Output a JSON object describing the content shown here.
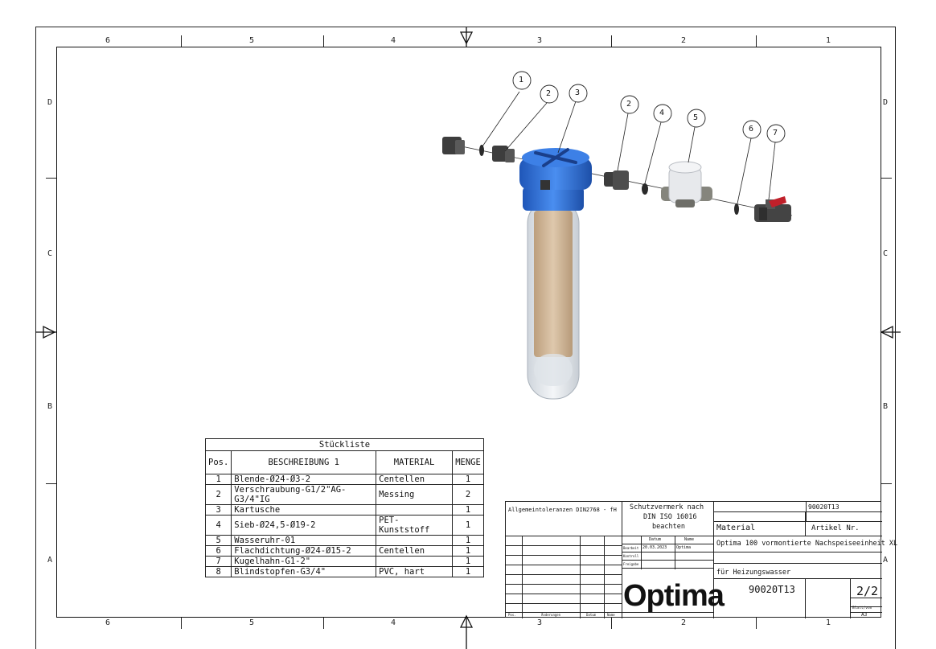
{
  "zones": {
    "columns": [
      "6",
      "5",
      "4",
      "3",
      "2",
      "1"
    ],
    "rows": [
      "D",
      "C",
      "B",
      "A"
    ]
  },
  "bom": {
    "title": "Stückliste",
    "headers": [
      "Pos.",
      "BESCHREIBUNG 1",
      "MATERIAL",
      "MENGE"
    ],
    "rows": [
      {
        "pos": "1",
        "desc": "Blende-Ø24-Ø3-2",
        "mat": "Centellen",
        "qty": "1"
      },
      {
        "pos": "2",
        "desc": "Verschraubung-G1/2\"AG-G3/4\"IG",
        "mat": "Messing",
        "qty": "2"
      },
      {
        "pos": "3",
        "desc": "Kartusche",
        "mat": "",
        "qty": "1"
      },
      {
        "pos": "4",
        "desc": "Sieb-Ø24,5-Ø19-2",
        "mat": "PET-Kunststoff",
        "qty": "1"
      },
      {
        "pos": "5",
        "desc": "Wasseruhr-01",
        "mat": "",
        "qty": "1"
      },
      {
        "pos": "6",
        "desc": "Flachdichtung-Ø24-Ø15-2",
        "mat": "Centellen",
        "qty": "1"
      },
      {
        "pos": "7",
        "desc": "Kugelhahn-G1-2\"",
        "mat": "",
        "qty": "1"
      },
      {
        "pos": "8",
        "desc": "Blindstopfen-G3/4\"",
        "mat": "PVC, hart",
        "qty": "1"
      }
    ]
  },
  "balloons": [
    "1",
    "2",
    "3",
    "2",
    "4",
    "5",
    "6",
    "7"
  ],
  "titleblock": {
    "tolerances": "Allgemeintoleranzen DIN2768 - fH",
    "protection_line1": "Schutzvermerk nach",
    "protection_line2": "DIN ISO 16016",
    "protection_line3": "beachten",
    "col_date": "Datum",
    "col_name": "Name",
    "row_drawn": "Bearbeit",
    "row_checked": "Kontroll",
    "row_released": "Freigabe",
    "drawn_date": "20.03.2023",
    "drawn_name": "Optima",
    "rev_col_pos": "Pos.",
    "rev_col_change": "Änderungen",
    "rev_col_date": "Datum",
    "rev_col_name": "Name",
    "logo": "Optima",
    "material_label": "Material",
    "article_label": "Artikel Nr.",
    "article_no": "90020T13",
    "description_line1": "Optima 100 vormontierte Nachspeiseeinheit XL",
    "description_line2": "für Heizungswasser",
    "drawing_no": "90020T13",
    "sheet": "2/2",
    "sheet_label": "Blatt/von",
    "format": "A3"
  },
  "colors": {
    "filter_head": "#2f6fd6",
    "filter_bowl": "#e9edf2",
    "cartridge": "#c9ab8a",
    "fitting": "#4a4a4a",
    "meter_body": "#8a8a82",
    "valve_handle": "#c0202a"
  }
}
